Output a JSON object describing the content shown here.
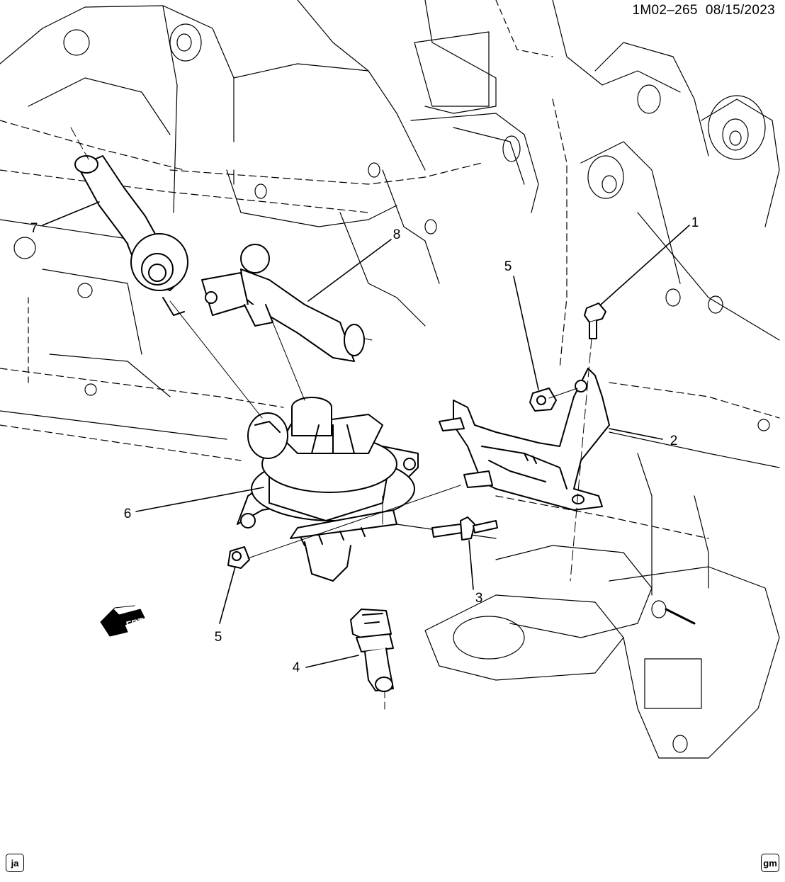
{
  "header": {
    "code": "1M02–265",
    "date": "08/15/2023"
  },
  "diagram": {
    "callouts": [
      "1",
      "2",
      "3",
      "4",
      "5",
      "5",
      "6",
      "7",
      "8"
    ],
    "direction_label": "FRT"
  },
  "footer": {
    "left_badge": "ja",
    "right_badge": "gm"
  }
}
